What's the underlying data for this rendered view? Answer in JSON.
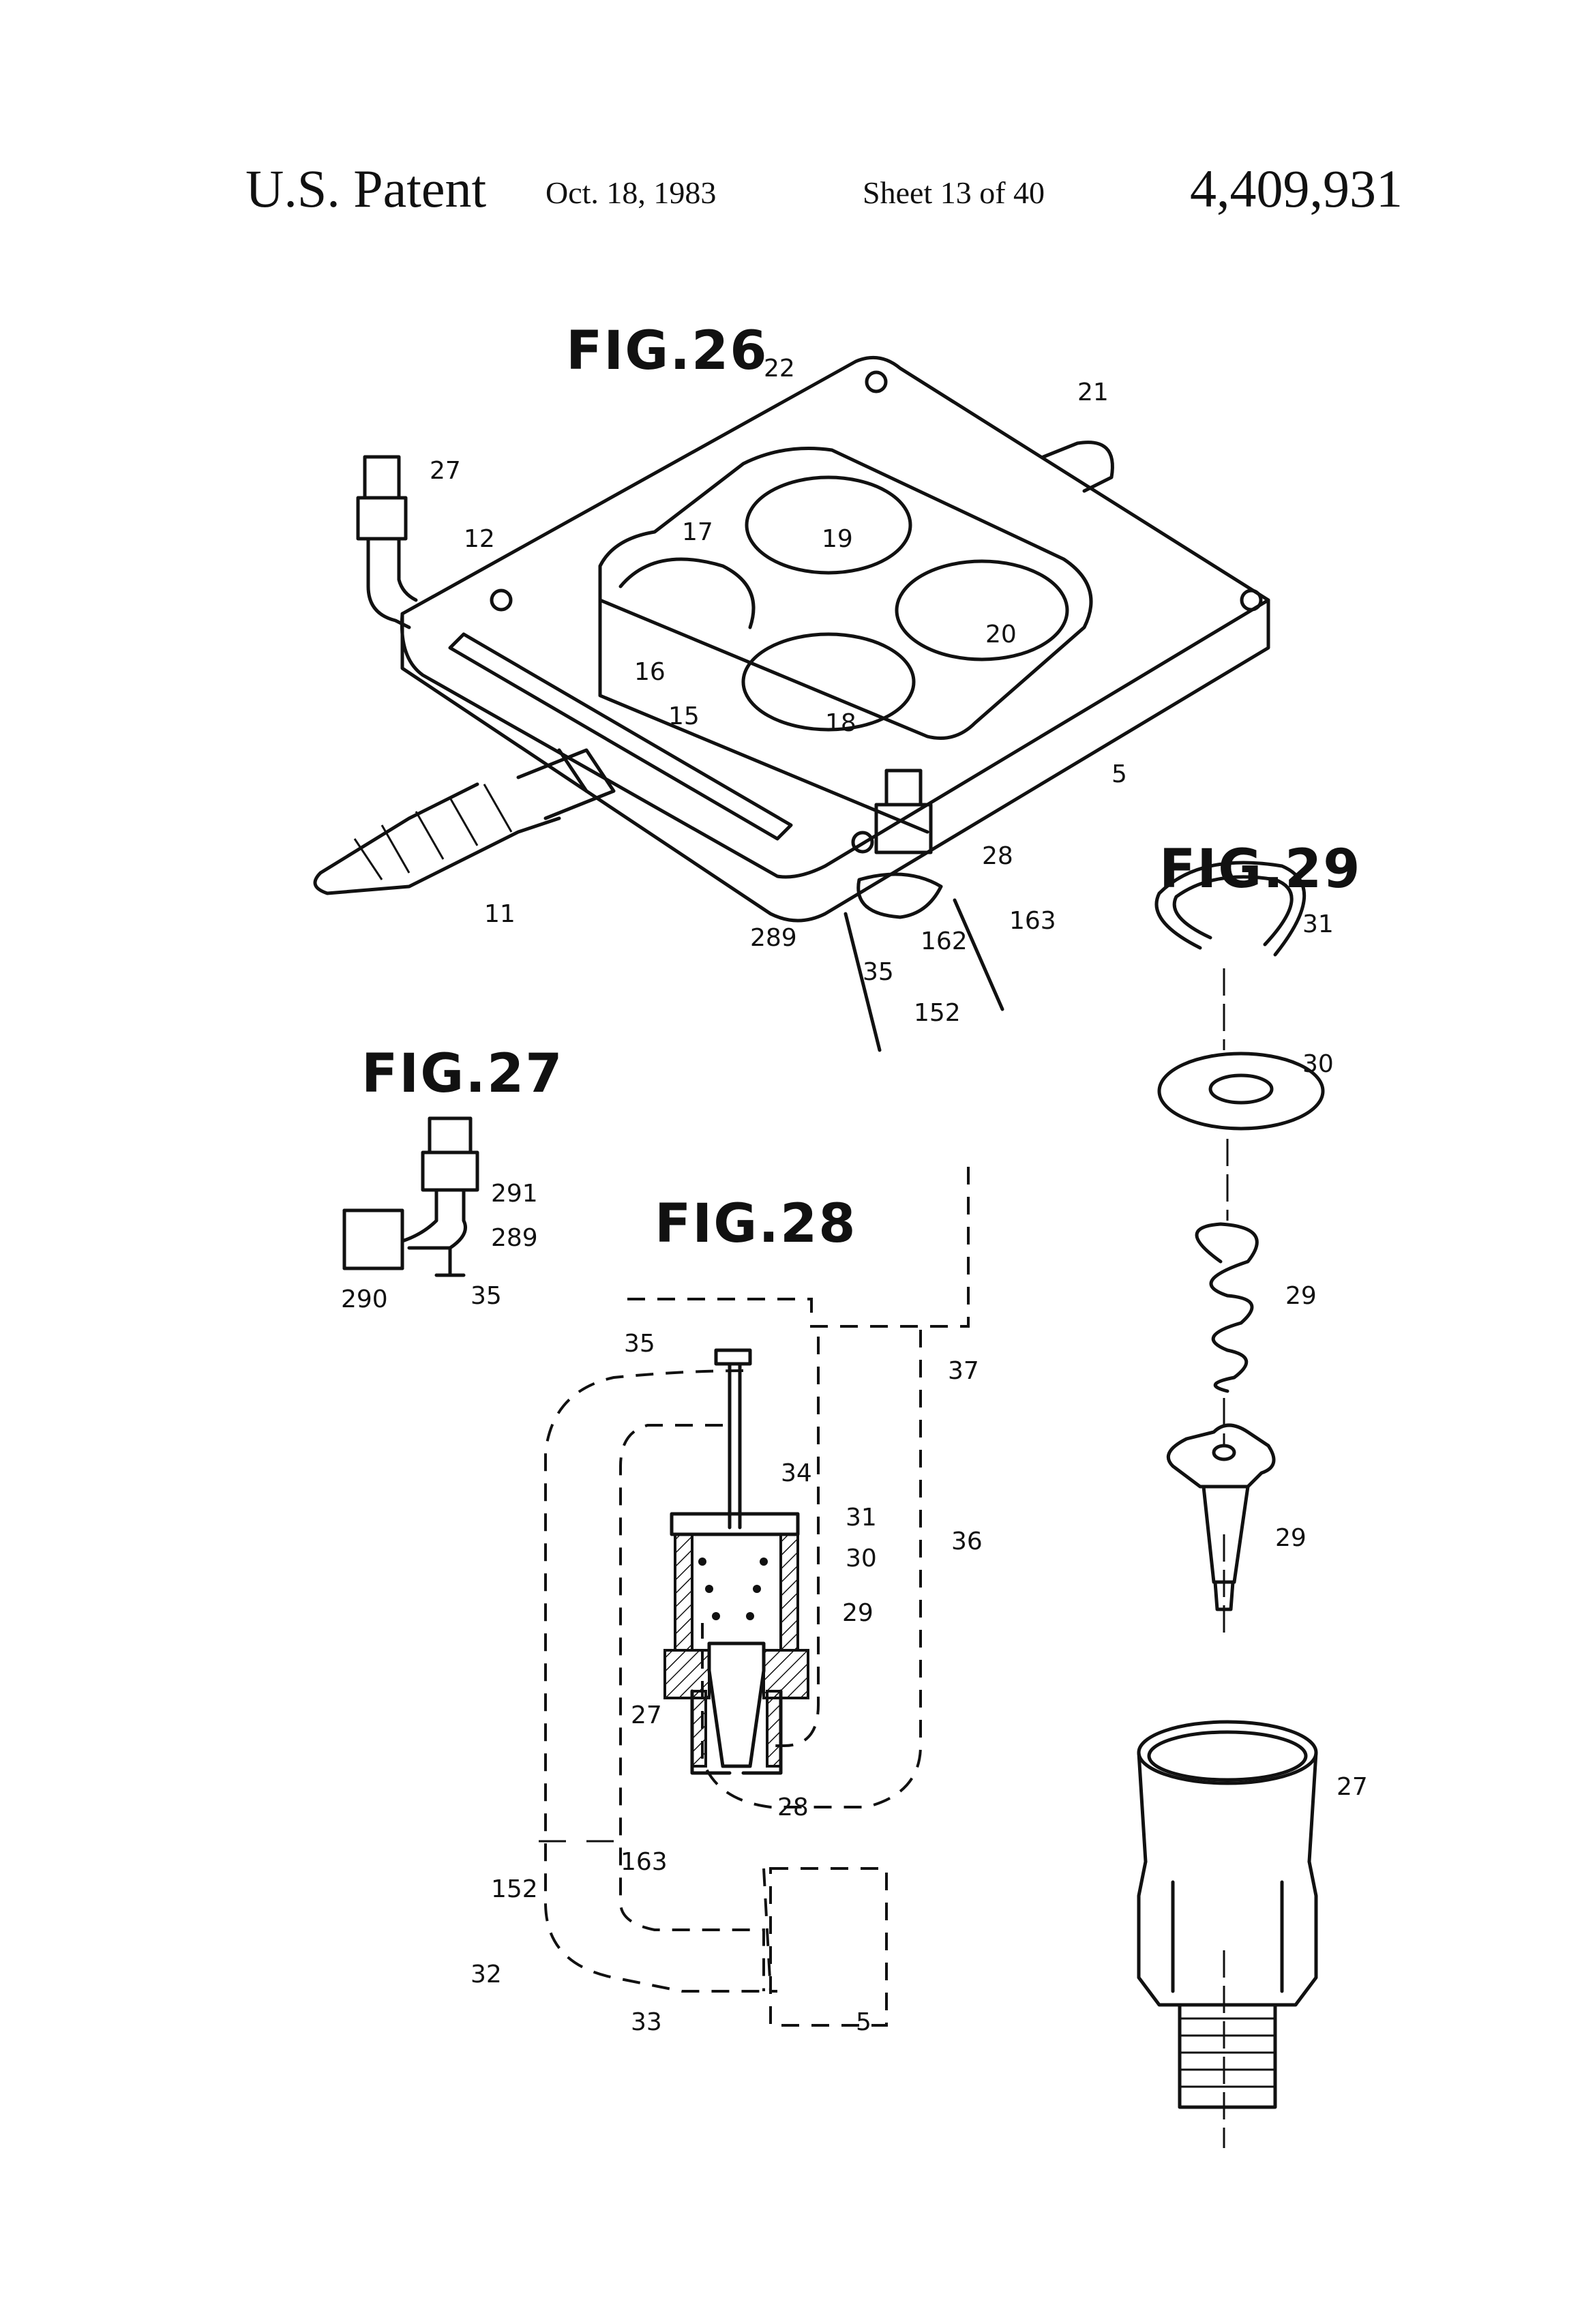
{
  "header": {
    "title": "U.S. Patent",
    "date": "Oct. 18, 1983",
    "sheet": "Sheet 13 of 40",
    "number": "4,409,931"
  },
  "figures": {
    "fig26": {
      "title": "FIG.26",
      "labels": [
        "22",
        "21",
        "27",
        "12",
        "17",
        "19",
        "20",
        "16",
        "15",
        "18",
        "5",
        "28",
        "11",
        "289",
        "162",
        "163",
        "35",
        "152"
      ]
    },
    "fig27": {
      "title": "FIG.27",
      "labels": [
        "291",
        "289",
        "290",
        "35"
      ]
    },
    "fig28": {
      "title": "FIG.28",
      "labels": [
        "35",
        "37",
        "34",
        "31",
        "30",
        "36",
        "29",
        "27",
        "28",
        "152",
        "163",
        "32",
        "33",
        "5"
      ]
    },
    "fig29": {
      "title": "FIG.29",
      "labels": [
        "31",
        "30",
        "29",
        "29",
        "27"
      ]
    }
  }
}
